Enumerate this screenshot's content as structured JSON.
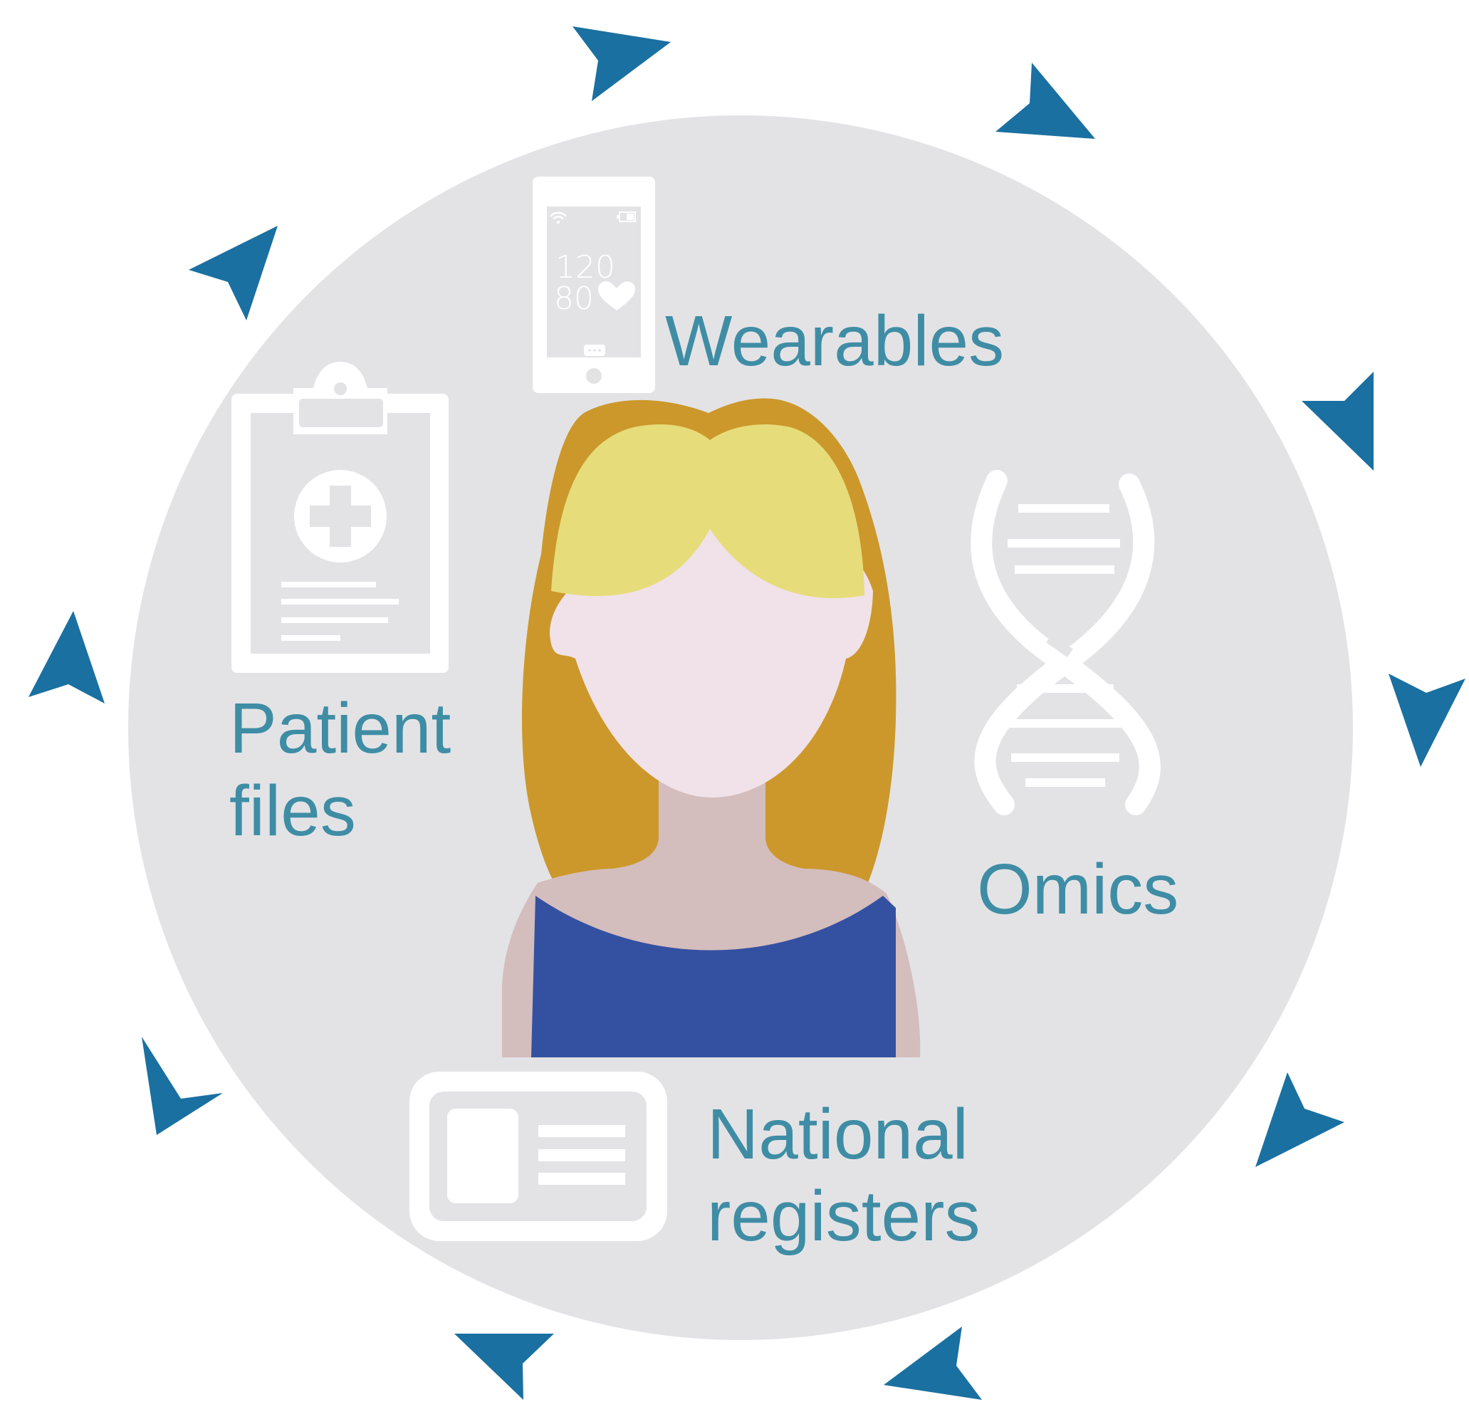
{
  "colors": {
    "background": "#ffffff",
    "circle": "#e3e3e6",
    "arrow": "#1a70a0",
    "label": "#3f8da5",
    "icon": "#ffffff",
    "hair": "#cc982b",
    "hair_fringe": "#e6dc7a",
    "face": "#f0e2e8",
    "skin": "#d4bdbd",
    "top": "#3451a1"
  },
  "icons": {
    "wearable": "smartphone-health-icon",
    "patient_files": "clipboard-medical-icon",
    "omics": "dna-helix-icon",
    "registers": "id-card-icon",
    "person": "woman-avatar-icon",
    "arrows": "arrowhead-icon"
  },
  "phone_readout": {
    "systolic": "120",
    "diastolic": "80"
  },
  "labels": {
    "wearables": "Wearables",
    "patient_files_line1": "Patient",
    "patient_files_line2": "files",
    "omics": "Omics",
    "registers_line1": "National",
    "registers_line2": "registers"
  }
}
